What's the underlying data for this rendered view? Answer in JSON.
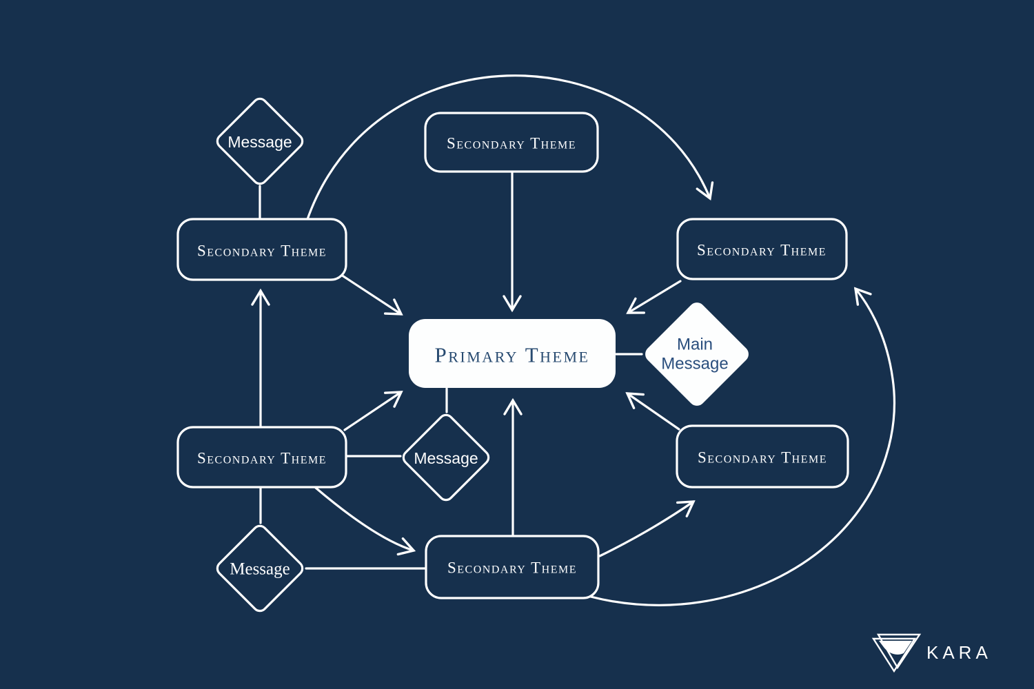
{
  "colors": {
    "background": "#16304d",
    "line": "#ffffff",
    "node_fill_dark": "#16304d",
    "node_fill_white": "#fdfefe",
    "text_light": "#ffffff",
    "text_dark_primary": "#274a70",
    "text_dark_main_message": "#2a4e7d"
  },
  "nodes": {
    "primary": {
      "label": "Primary Theme"
    },
    "main_message": {
      "label": "Main Message",
      "lines": [
        "Main",
        "Message"
      ]
    },
    "secondary_top_left": {
      "label": "Secondary Theme"
    },
    "secondary_top_center": {
      "label": "Secondary Theme"
    },
    "secondary_top_right": {
      "label": "Secondary Theme"
    },
    "secondary_mid_left": {
      "label": "Secondary Theme"
    },
    "secondary_bottom_center": {
      "label": "Secondary Theme"
    },
    "secondary_bottom_right": {
      "label": "Secondary Theme"
    },
    "message_top_left": {
      "label": "Message"
    },
    "message_center": {
      "label": "Message"
    },
    "message_bottom_left": {
      "label": "Message"
    }
  },
  "edges": [
    {
      "from": "secondary_top_left",
      "to": "secondary_top_right",
      "style": "arc",
      "arrow": true
    },
    {
      "from": "secondary_top_left",
      "to": "primary",
      "arrow": true
    },
    {
      "from": "secondary_top_center",
      "to": "primary",
      "arrow": true
    },
    {
      "from": "secondary_top_right",
      "to": "primary",
      "arrow": true
    },
    {
      "from": "message_top_left",
      "to": "secondary_top_left",
      "arrow": false
    },
    {
      "from": "secondary_mid_left",
      "to": "secondary_top_left",
      "arrow": true
    },
    {
      "from": "secondary_mid_left",
      "to": "primary",
      "arrow": true
    },
    {
      "from": "secondary_mid_left",
      "to": "message_center",
      "arrow": false
    },
    {
      "from": "secondary_mid_left",
      "to": "secondary_bottom_center",
      "arrow": true
    },
    {
      "from": "secondary_mid_left",
      "to": "message_bottom_left",
      "arrow": false
    },
    {
      "from": "message_center",
      "to": "primary",
      "arrow": false
    },
    {
      "from": "message_bottom_left",
      "to": "secondary_bottom_center",
      "arrow": false
    },
    {
      "from": "secondary_bottom_center",
      "to": "primary",
      "arrow": true
    },
    {
      "from": "secondary_bottom_center",
      "to": "secondary_bottom_right",
      "arrow": true
    },
    {
      "from": "secondary_bottom_center",
      "to": "secondary_top_right",
      "style": "arc",
      "arrow": true
    },
    {
      "from": "secondary_bottom_right",
      "to": "primary",
      "arrow": true
    },
    {
      "from": "main_message",
      "to": "primary",
      "arrow": false
    }
  ],
  "logo": {
    "brand": "KARA"
  }
}
